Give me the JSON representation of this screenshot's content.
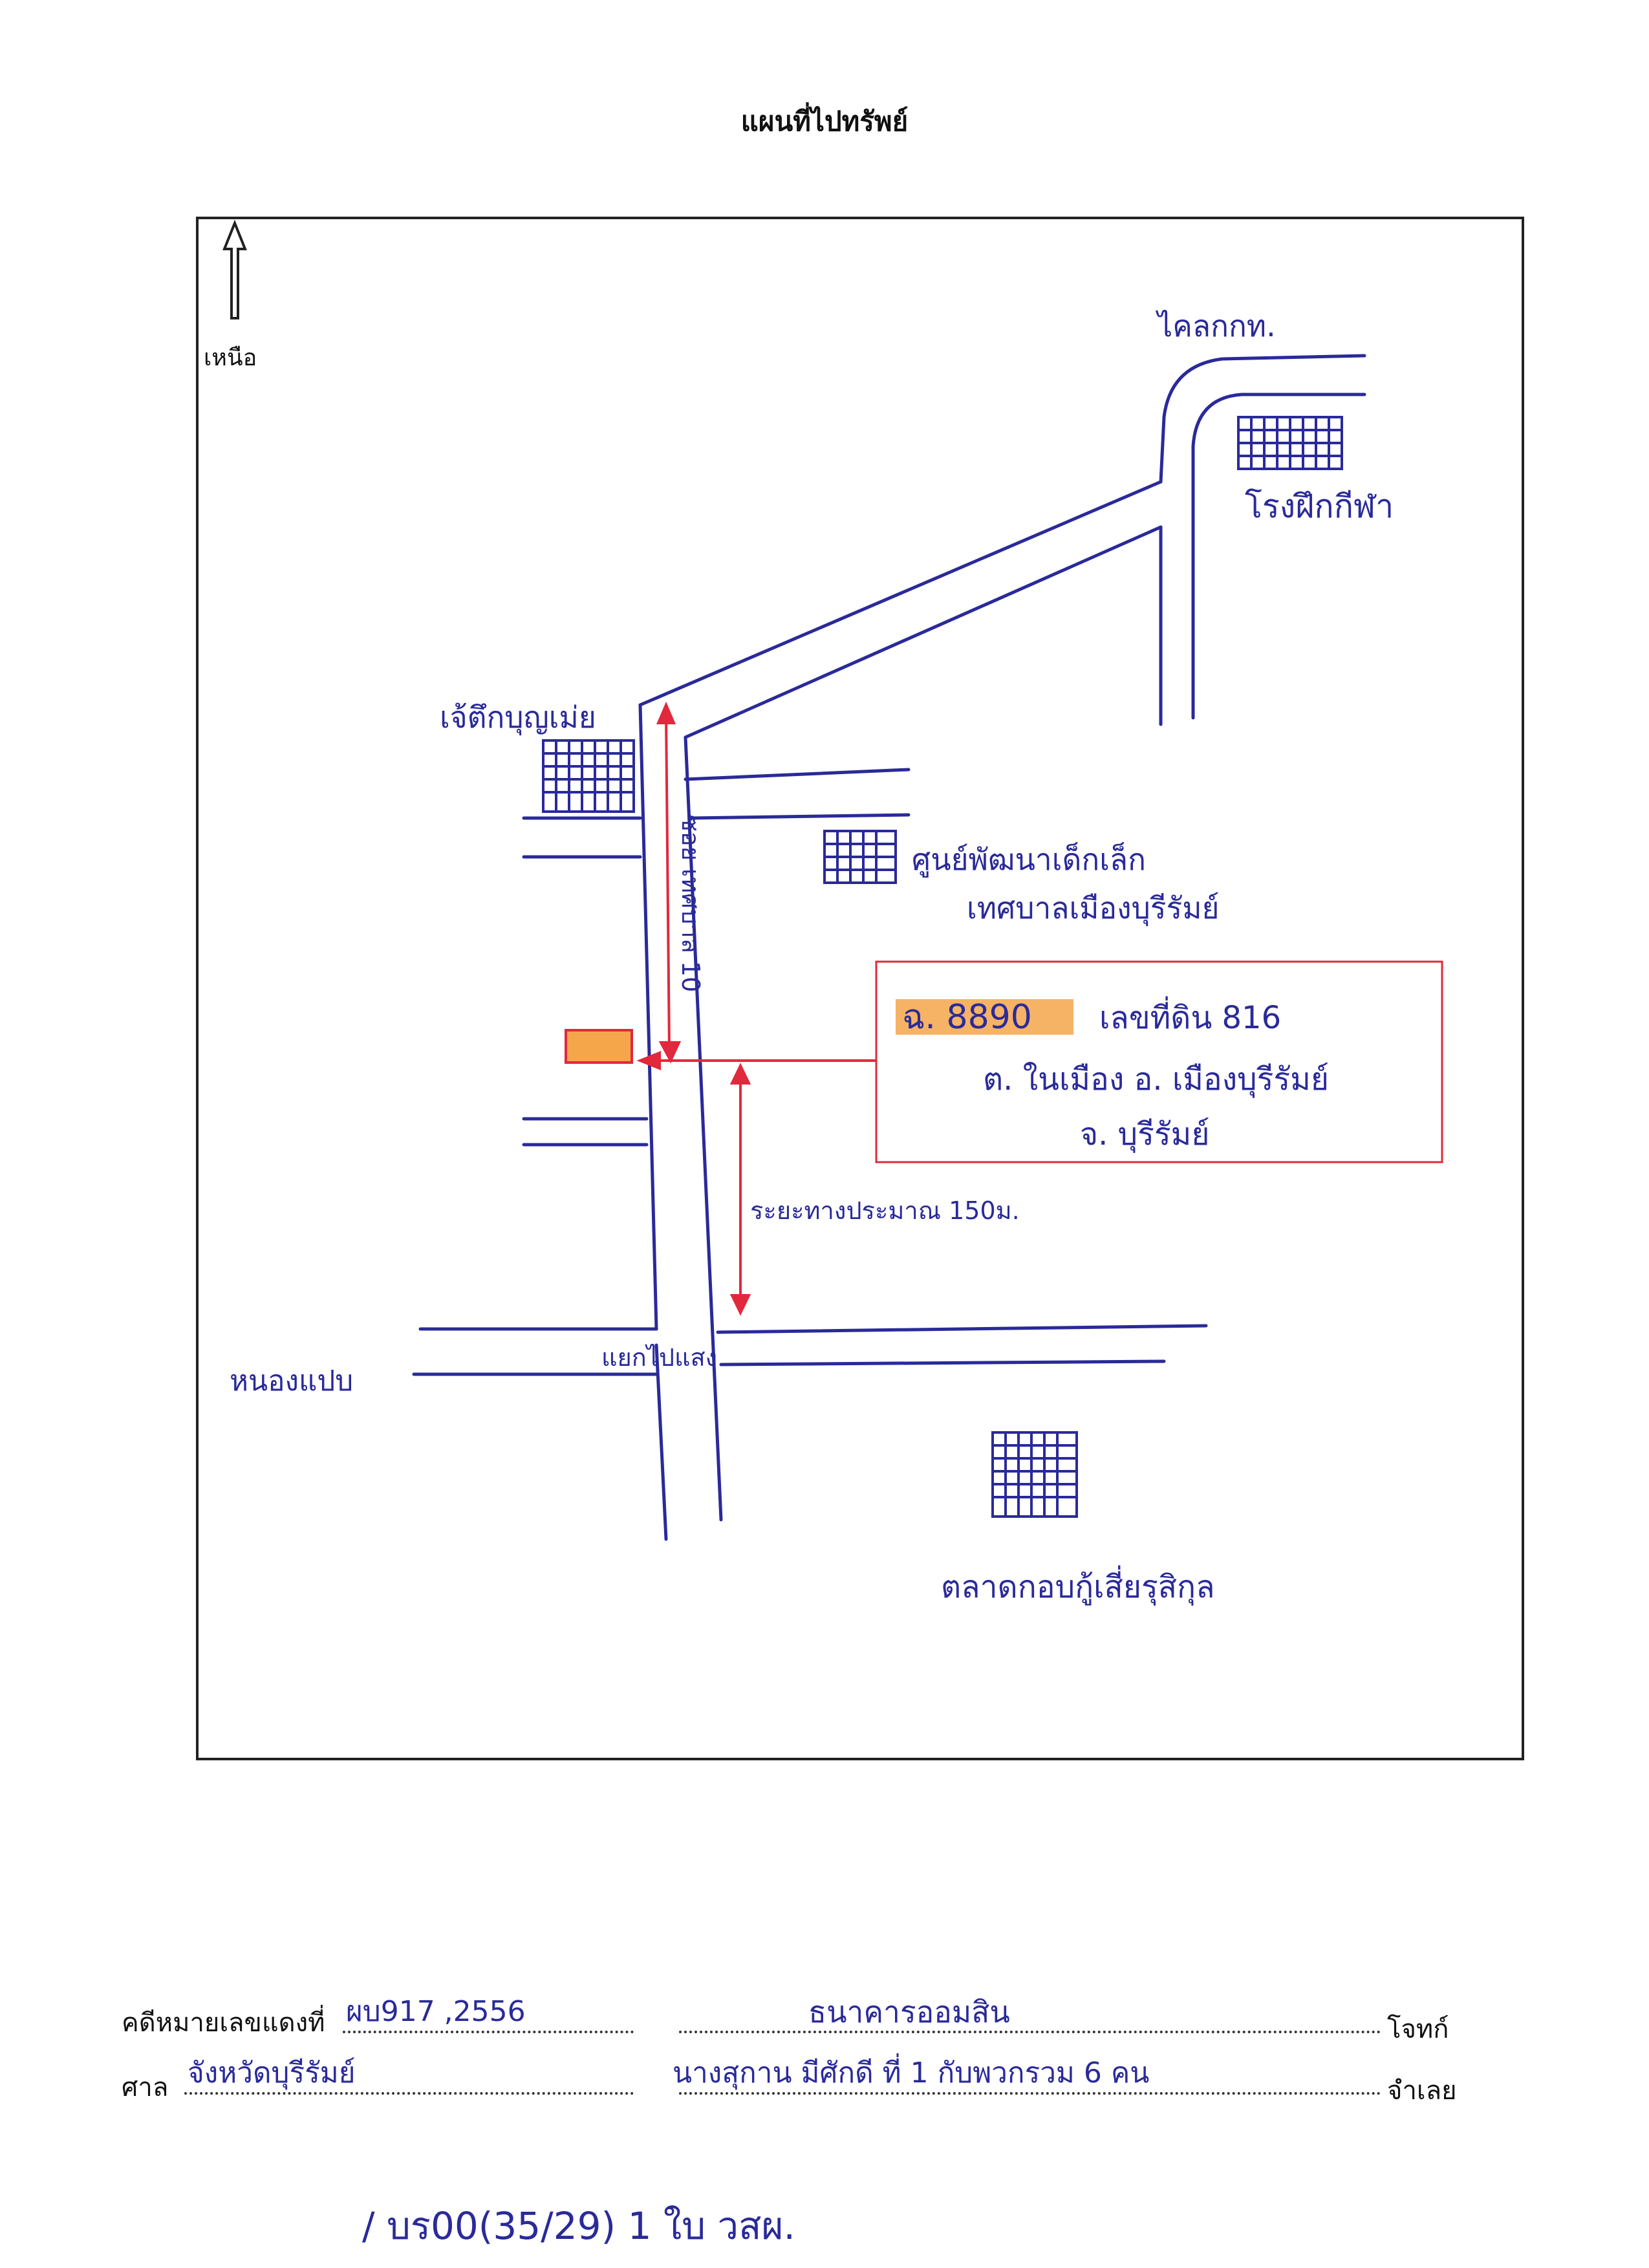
{
  "title": "แผนที่ไปทรัพย์",
  "map": {
    "north_label": "เหนือ",
    "labels": {
      "top_right_road": "ไคลกกท.",
      "school": "โรงฝึกกีฬา",
      "top_left_building": "เจ้ตึกบุญเม่ย",
      "vertical_road": "ซอย เทศบาล 10",
      "center_building_1": "ศูนย์พัฒนาเด็กเล็ก",
      "center_building_2": "เทศบาลเมืองบุรีรัมย์",
      "distance": "ระยะทางประมาณ 150ม.",
      "left_road": "หนองแปบ",
      "junction": "แยกไปแสง",
      "market": "ตลาดกอบกู้เสี่ยรุสิกุล"
    },
    "property_box": {
      "deed_prefix": "ฉ. 8890",
      "line1_rest": "เลขที่ดิน 816",
      "line2": "ต. ในเมือง  อ. เมืองบุรีรัมย์",
      "line3": "จ. บุรีรัมย์"
    }
  },
  "footer": {
    "case_label": "คดีหมายเลขแดงที่",
    "case_value": "ผบ917 ,2556",
    "plaintiff_value": "ธนาคารออมสิน",
    "plaintiff_label": "โจทก์",
    "court_label": "ศาล",
    "court_value": "จังหวัดบุรีรัมย์",
    "defendant_value": "นางสุกาน มีศักดี ที่ 1 กับพวกรวม 6 คน",
    "defendant_label": "จำเลย",
    "bottom_note": "/ บร00(35/29) 1 ใบ วสผ."
  },
  "colors": {
    "ink": "#2a2a9a",
    "marker_red": "#e2283c",
    "highlight": "#f5a64a",
    "frame": "#222222"
  }
}
